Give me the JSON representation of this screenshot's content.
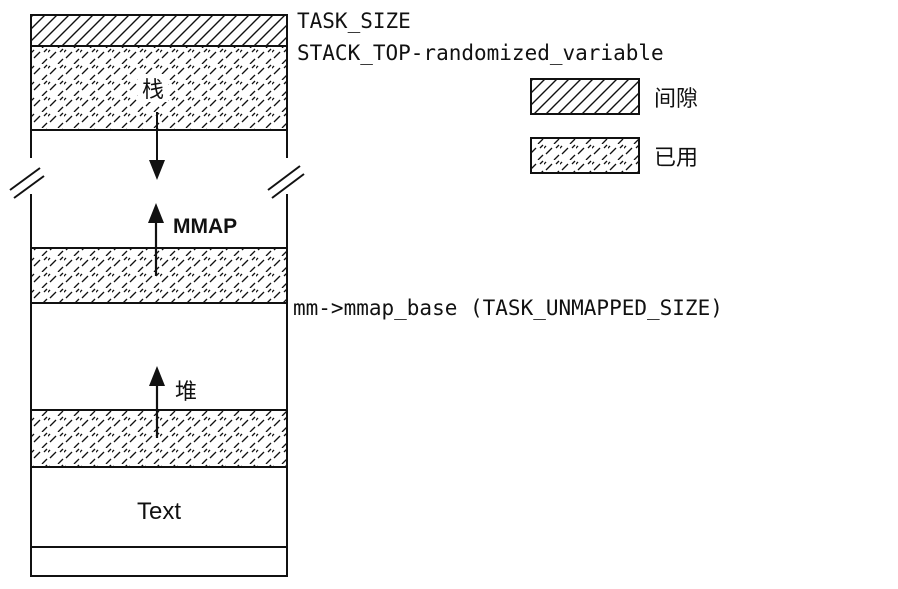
{
  "labels": {
    "task_size": "TASK_SIZE",
    "stack_top": "STACK_TOP-randomized_variable",
    "mmap_base": "mm->mmap_base (TASK_UNMAPPED_SIZE)",
    "stack": "栈",
    "mmap": "MMAP",
    "heap": "堆",
    "text": "Text"
  },
  "legend": {
    "gap": "间隙",
    "used": "已用"
  },
  "colors": {
    "ink": "#111111",
    "background": "#ffffff"
  }
}
